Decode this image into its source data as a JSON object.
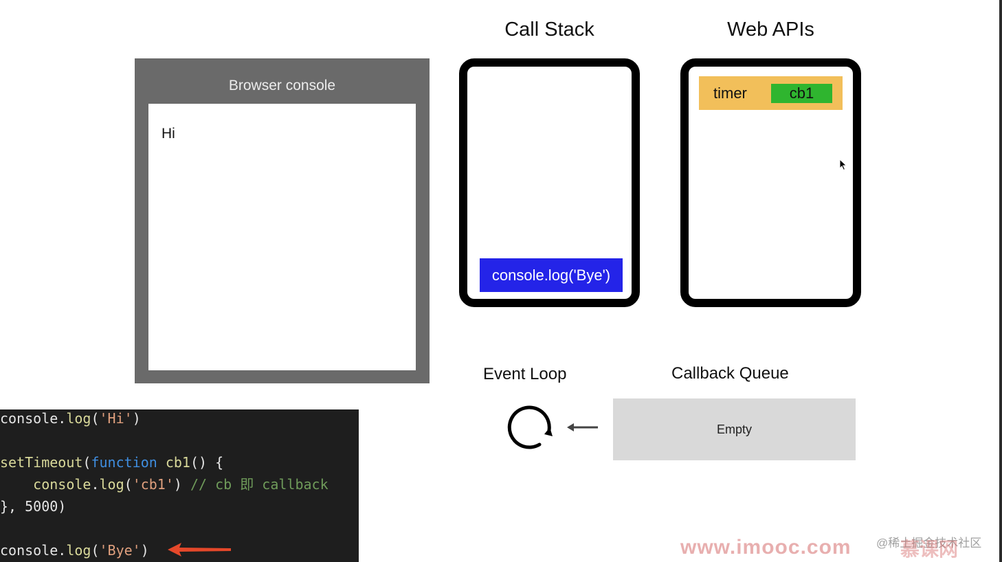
{
  "browser_console": {
    "title": "Browser console",
    "output": [
      "Hi"
    ]
  },
  "call_stack": {
    "heading": "Call Stack",
    "frames": [
      "console.log('Bye')"
    ]
  },
  "web_apis": {
    "heading": "Web APIs",
    "timer": {
      "label": "timer",
      "callback": "cb1"
    }
  },
  "event_loop": {
    "label": "Event Loop"
  },
  "callback_queue": {
    "label": "Callback Queue",
    "content": "Empty"
  },
  "code": {
    "line1": {
      "obj": "console",
      "dot": ".",
      "fn": "log",
      "open": "(",
      "arg": "'Hi'",
      "close": ")"
    },
    "line3": {
      "fn": "setTimeout",
      "open": "(",
      "kw": "function",
      "name": " cb1",
      "rest": "() {"
    },
    "line4": {
      "indent": "    ",
      "obj": "console",
      "dot": ".",
      "fn": "log",
      "open": "(",
      "arg": "'cb1'",
      "close": ")",
      "comment": " // cb 即 callback"
    },
    "line5": {
      "text": "}, 5000)"
    },
    "line7": {
      "obj": "console",
      "dot": ".",
      "fn": "log",
      "open": "(",
      "arg": "'Bye'",
      "close": ")"
    }
  },
  "watermarks": {
    "site": "www.imooc.com",
    "community": "@稀土掘金技术社区",
    "brand": "慕课网"
  },
  "colors": {
    "stack_frame": "#2424e8",
    "timer_box": "#f2bf5a",
    "callback_chip": "#2fb52f",
    "queue_box": "#d9d9d9",
    "console_frame": "#6a6a6a",
    "code_background": "#1e1e1e",
    "current_line_arrow": "#e5482a"
  },
  "icons": {
    "event_loop": "circular-arrow-icon",
    "queue_to_loop": "arrow-left-icon",
    "current_line": "red-arrow-icon",
    "pointer": "cursor-icon"
  }
}
